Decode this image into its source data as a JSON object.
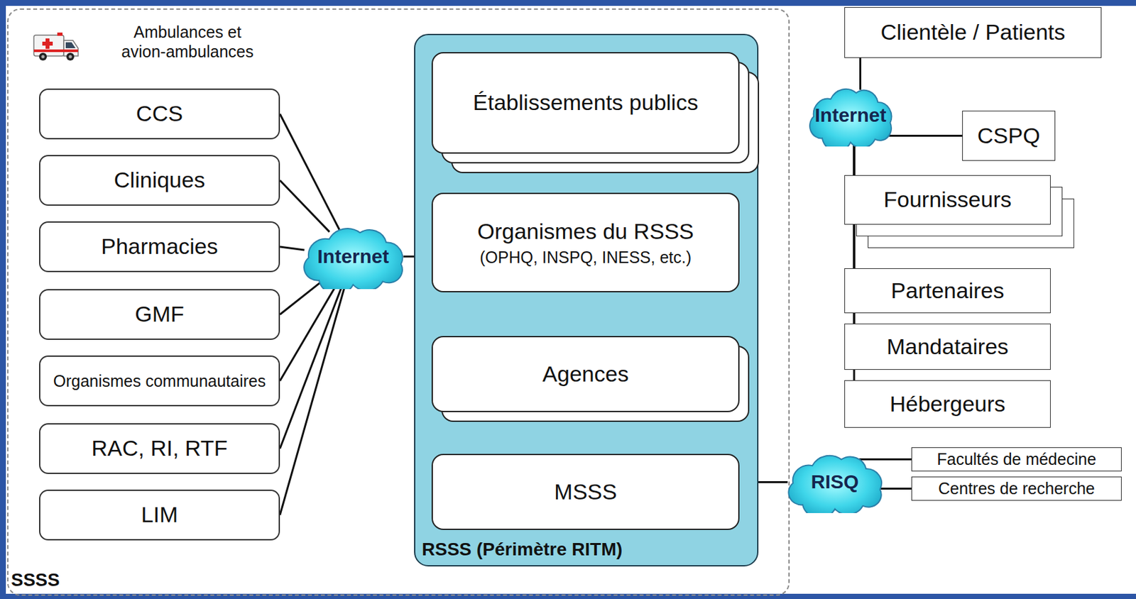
{
  "diagram": {
    "nodes": [
      {
        "text": [
          "SSSS"
        ]
      },
      {
        "text": [
          "CCS"
        ],
        "in": 0
      },
      {
        "text": [
          "Cliniques"
        ],
        "in": 0
      },
      {
        "text": [
          "Pharmacies"
        ],
        "in": 0
      },
      {
        "text": [
          "GMF"
        ],
        "in": 0
      },
      {
        "text": [
          "Organismes communautaires"
        ],
        "in": 0
      },
      {
        "text": [
          "RAC, RI, RTF"
        ],
        "in": 0
      },
      {
        "text": [
          "LIM"
        ],
        "in": 0
      },
      {
        "text": [
          "Internet"
        ],
        "in": 0
      },
      {
        "text": [
          "RSSS (Périmètre RITM)"
        ],
        "in": 0
      },
      {
        "text": [
          "Établissements publics"
        ],
        "in": 9
      },
      {
        "text": [
          "Organismes du RSSS",
          "(OPHQ, INSPQ, INESS, etc.)"
        ],
        "in": 9
      },
      {
        "text": [
          "Agences"
        ],
        "in": 9
      },
      {
        "text": [
          "MSSS"
        ],
        "in": 9
      },
      {
        "text": [
          "Clientèle / Patients"
        ]
      },
      {
        "text": [
          "Internet"
        ]
      },
      {
        "text": [
          "CSPQ"
        ]
      },
      {
        "text": [
          "Fournisseurs"
        ]
      },
      {
        "text": [
          "Partenaires"
        ]
      },
      {
        "text": [
          "Mandataires"
        ]
      },
      {
        "text": [
          "Hébergeurs"
        ]
      },
      {
        "text": [
          "RISQ"
        ]
      },
      {
        "text": [
          "Facultés de médecine"
        ]
      },
      {
        "text": [
          "Centres de recherche"
        ]
      }
    ],
    "edges": [
      {
        "from": 1,
        "to": 8,
        "arrow": "none"
      },
      {
        "from": 2,
        "to": 8,
        "arrow": "none"
      },
      {
        "from": 3,
        "to": 8,
        "arrow": "none"
      },
      {
        "from": 4,
        "to": 8,
        "arrow": "none"
      },
      {
        "from": 5,
        "to": 8,
        "arrow": "none"
      },
      {
        "from": 6,
        "to": 8,
        "arrow": "none"
      },
      {
        "from": 7,
        "to": 8,
        "arrow": "none"
      },
      {
        "from": 8,
        "to": 9,
        "arrow": "none"
      },
      {
        "from": 14,
        "to": 15,
        "arrow": "none"
      },
      {
        "from": 15,
        "to": 16,
        "arrow": "none"
      },
      {
        "from": 15,
        "to": 17,
        "arrow": "none"
      },
      {
        "from": 15,
        "to": 18,
        "arrow": "none"
      },
      {
        "from": 15,
        "to": 19,
        "arrow": "none"
      },
      {
        "from": 15,
        "to": 20,
        "arrow": "none"
      },
      {
        "from": 21,
        "to": 9,
        "arrow": "none"
      },
      {
        "from": 21,
        "to": 22,
        "arrow": "none"
      },
      {
        "from": 21,
        "to": 23,
        "arrow": "none"
      }
    ],
    "labels": [
      "Ambulances et avion-ambulances"
    ]
  }
}
